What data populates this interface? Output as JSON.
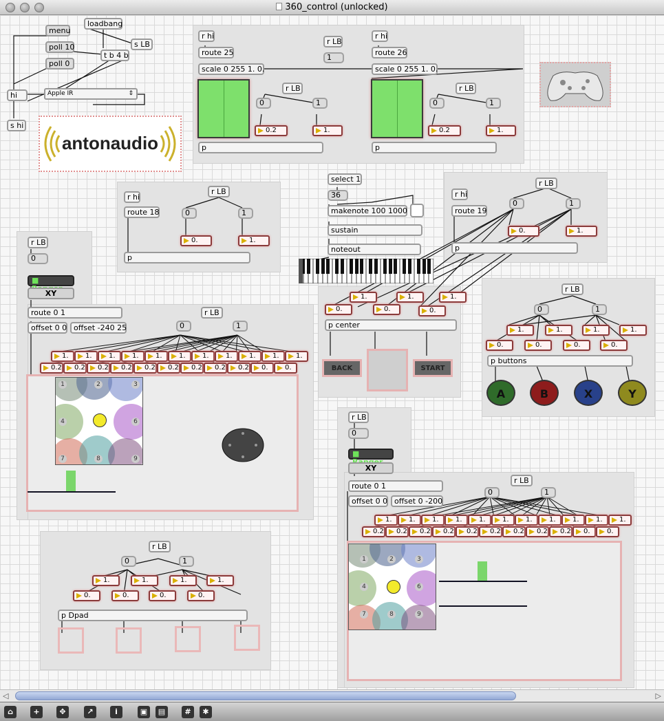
{
  "window": {
    "title": "360_control (unlocked)"
  },
  "topleft": {
    "menu": "menu",
    "loadbang": "loadbang",
    "slb": "s LB",
    "poll10": "poll 10",
    "tb4b": "t b 4 b",
    "poll0": "poll 0",
    "hi": "hi",
    "device": "Apple IR",
    "shi": "s hi"
  },
  "logo": {
    "text": "antonaudio"
  },
  "trigger1": {
    "rhi": "r hi",
    "route": "route 25",
    "scale": "scale 0 255 1. 0.",
    "rlb": "r LB",
    "one": "1",
    "rlb2": "r LB",
    "zero": "0",
    "one2": "1",
    "v1": "0.2",
    "v2": "1.",
    "p": "p"
  },
  "trigger2": {
    "rhi": "r hi",
    "route": "route 26",
    "scale": "scale 0 255 1. 0.",
    "rlb": "r LB",
    "one": "1",
    "rlb2": "r LB",
    "zero": "0",
    "one2": "1",
    "v1": "0.2",
    "v2": "1.",
    "p": "p"
  },
  "mid18": {
    "rhi": "r hi",
    "route": "route 18",
    "rlb": "r LB",
    "zero": "0",
    "one": "1",
    "v1": "0.",
    "v2": "1.",
    "p": "p"
  },
  "midi": {
    "select": "select 1",
    "note": "36",
    "makenote": "makenote 100 1000",
    "sustain": "sustain",
    "noteout": "noteout"
  },
  "mid19": {
    "rhi": "r hi",
    "route": "route 19",
    "rlb": "r LB",
    "zero": "0",
    "one": "1",
    "v1": "0.",
    "v2": "1.",
    "p": "p"
  },
  "center": {
    "v": [
      "1.",
      "1.",
      "1."
    ],
    "v2": [
      "0.",
      "0.",
      "0."
    ],
    "pcenter": "p center",
    "back": "BACK",
    "start": "START"
  },
  "buttons": {
    "rlb": "r LB",
    "zero": "0",
    "one": "1",
    "v1": [
      "1.",
      "1.",
      "1.",
      "1."
    ],
    "v0": [
      "0.",
      "0.",
      "0.",
      "0."
    ],
    "pbuttons": "p buttons",
    "labels": [
      "A",
      "B",
      "X",
      "Y"
    ],
    "colors": [
      "#2f6b2a",
      "#8e1c1c",
      "#28418a",
      "#8f8a1e"
    ]
  },
  "stickL": {
    "rlb": "r LB",
    "zero": "0",
    "ranger": "Ranger",
    "xy": "XY",
    "route": "route 0 1",
    "off1": "offset 0 0",
    "off2": "offset -240 25",
    "rlb2": "r LB",
    "z2": "0",
    "o2": "1",
    "ones": [
      "1.",
      "1.",
      "1.",
      "1.",
      "1.",
      "1.",
      "1.",
      "1.",
      "1.",
      "1.",
      "1."
    ],
    "vals": [
      "0.2",
      "0.2",
      "0.2",
      "0.2",
      "0.2",
      "0.2",
      "0.2",
      "0.2",
      "0.2",
      "0.",
      "0."
    ],
    "nums": [
      "1",
      "2",
      "3",
      "4",
      "6",
      "7",
      "8",
      "9"
    ]
  },
  "stickR": {
    "rlb": "r LB",
    "zero": "0",
    "ranger": "Ranger",
    "xy": "XY",
    "route": "route 0 1",
    "off1": "offset 0 0",
    "off2": "offset 0 -200",
    "rlb2": "r LB",
    "z2": "0",
    "o2": "1",
    "ones": [
      "1.",
      "1.",
      "1.",
      "1.",
      "1.",
      "1.",
      "1.",
      "1.",
      "1.",
      "1.",
      "1."
    ],
    "vals": [
      "0.2",
      "0.2",
      "0.2",
      "0.2",
      "0.2",
      "0.2",
      "0.2",
      "0.2",
      "0.2",
      "0.",
      "0."
    ],
    "nums": [
      "1",
      "2",
      "3",
      "4",
      "6",
      "7",
      "8",
      "9"
    ]
  },
  "dpad": {
    "rlb": "r LB",
    "zero": "0",
    "one": "1",
    "v1": [
      "1.",
      "1.",
      "1.",
      "1."
    ],
    "v0": [
      "0.",
      "0.",
      "0.",
      "0."
    ],
    "p": "p Dpad"
  },
  "icons": [
    "lock-icon",
    "add-icon",
    "move-icon",
    "presentation-icon",
    "info-icon",
    "patcher-icon",
    "window-icon",
    "grid-icon",
    "snap-icon"
  ]
}
